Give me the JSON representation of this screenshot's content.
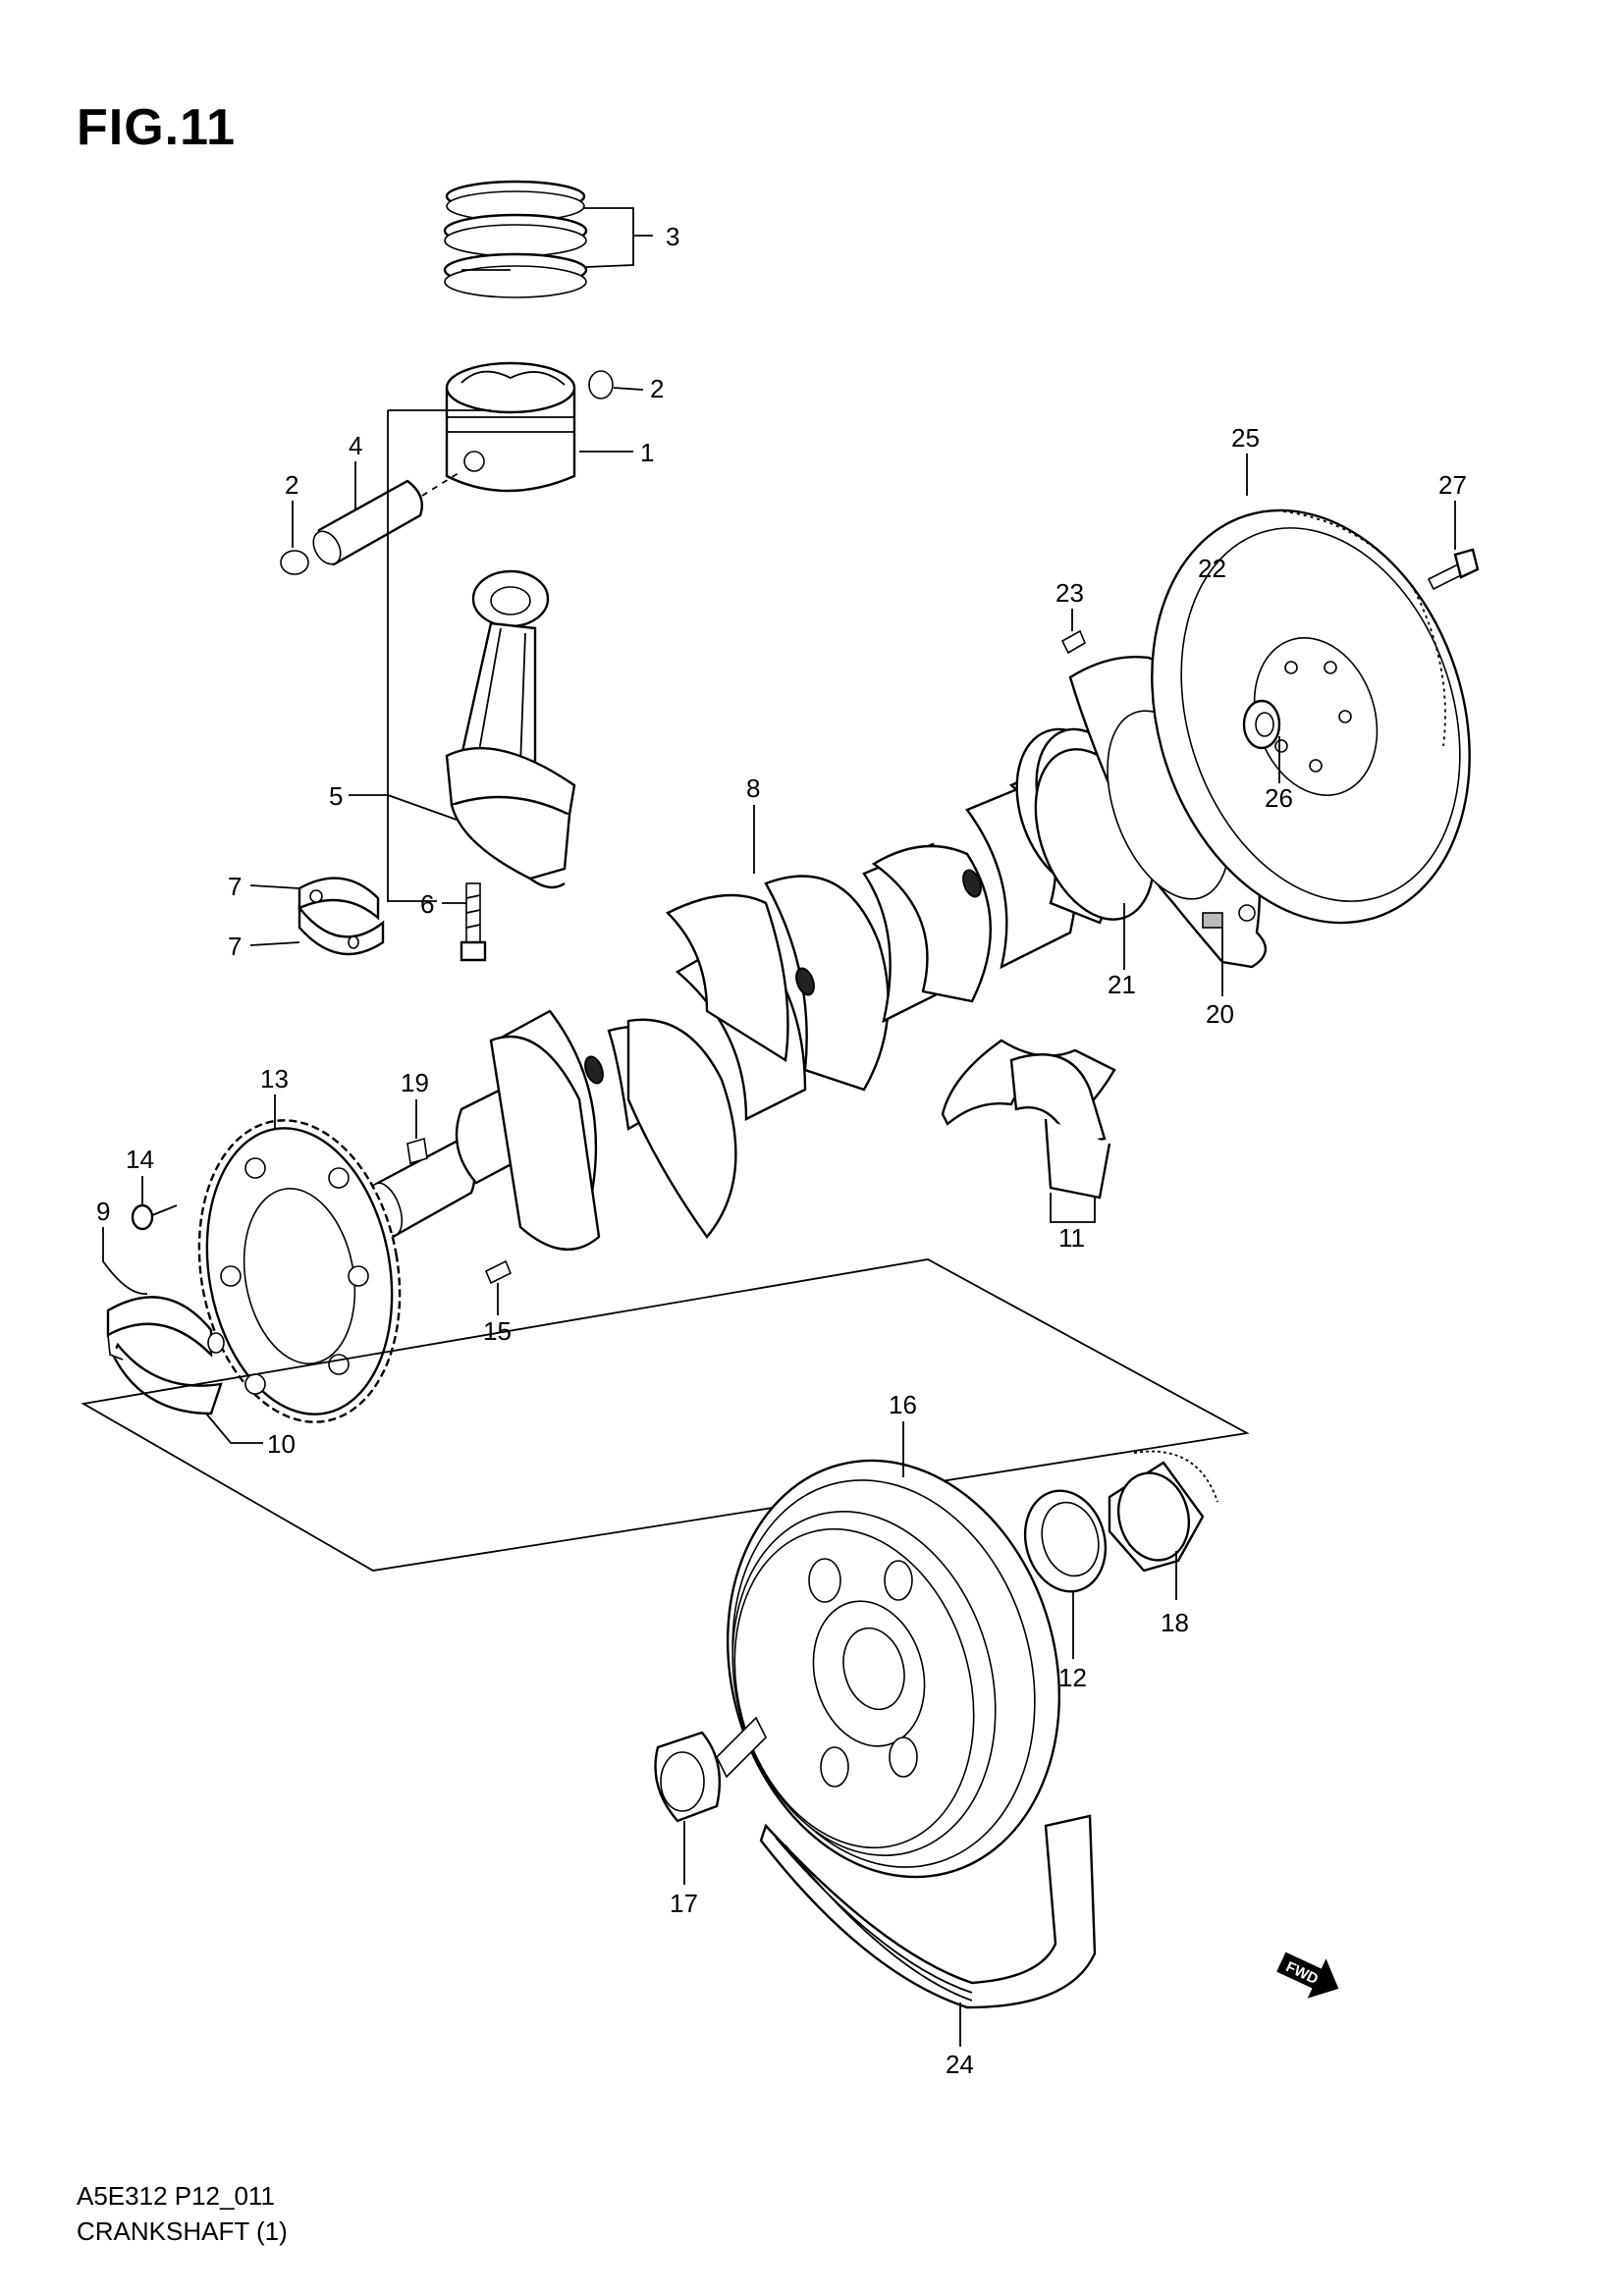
{
  "header": {
    "figure_label": "FIG.11"
  },
  "footer": {
    "code": "A5E312 P12_011",
    "name": "CRANKSHAFT (1)"
  },
  "direction_badge": {
    "label": "FWD",
    "icon": "forward-arrow-icon"
  },
  "callouts": {
    "c1": "1",
    "c2a": "2",
    "c2b": "2",
    "c3": "3",
    "c4": "4",
    "c5": "5",
    "c6": "6",
    "c7a": "7",
    "c7b": "7",
    "c8": "8",
    "c9": "9",
    "c10": "10",
    "c11": "11",
    "c12": "12",
    "c13": "13",
    "c14": "14",
    "c15": "15",
    "c16": "16",
    "c17": "17",
    "c18": "18",
    "c19": "19",
    "c20": "20",
    "c21": "21",
    "c22": "22",
    "c23": "23",
    "c24": "24",
    "c25": "25",
    "c26": "26",
    "c27": "27"
  }
}
